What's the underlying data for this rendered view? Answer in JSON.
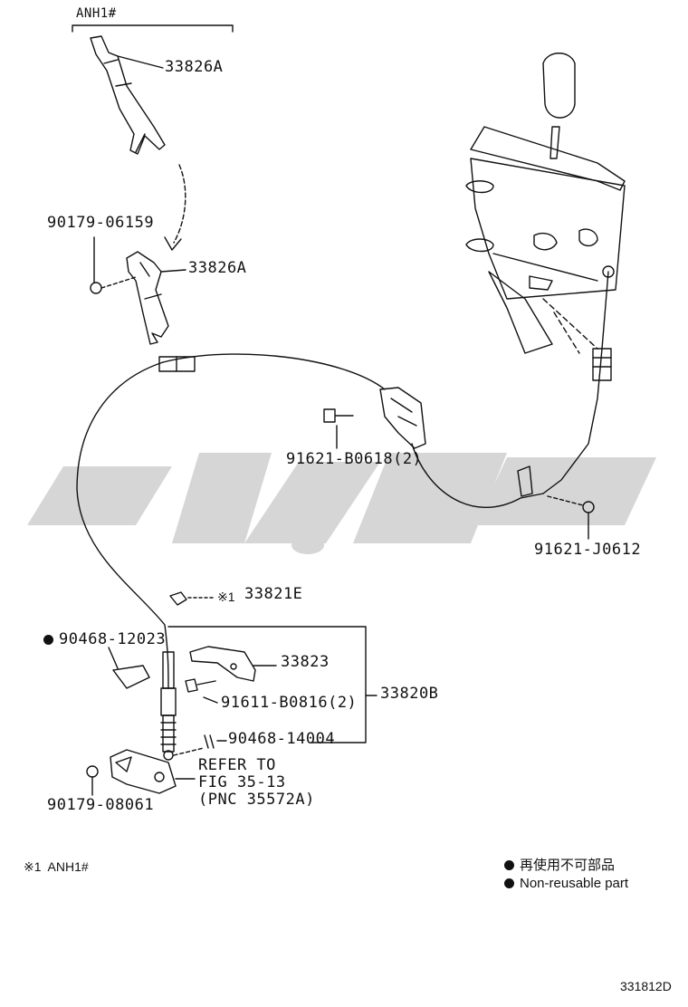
{
  "diagram": {
    "figure_code": "331812D",
    "note_mark": "※1",
    "labels": {
      "anh1_top": "ANH1#",
      "p33826a_top": "33826A",
      "p90179_06159": "90179-06159",
      "p33826a_mid": "33826A",
      "p91621_b0618": "91621-B0618(2)",
      "p91621_j0612": "91621-J0612",
      "p33821e": "33821E",
      "p90468_12023": "90468-12023",
      "p33823": "33823",
      "p91611_b0816": "91611-B0816(2)",
      "p33820b": "33820B",
      "p90468_14004": "90468-14004",
      "refer_line1": "REFER TO",
      "refer_line2": "FIG 35-13",
      "refer_line3": "(PNC 35572A)",
      "p90179_08061": "90179-08061",
      "footnote_anh1": "※1  ANH1#"
    },
    "legend": {
      "line1": "再使用不可部品",
      "line2": "Non-reusable part"
    }
  }
}
